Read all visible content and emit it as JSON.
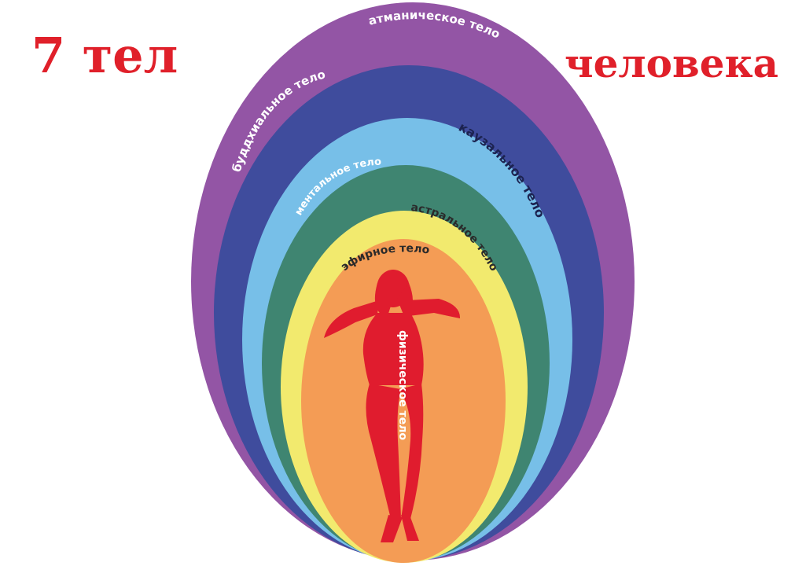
{
  "title": {
    "left": "7 тел",
    "right": "человека"
  },
  "layers": [
    {
      "label": "атманическое тело",
      "color": "#9355a5",
      "label_color": "#ffffff"
    },
    {
      "label": "буддхиальное тело",
      "color": "#3f4c9d",
      "label_color": "#ffffff"
    },
    {
      "label": "каузальное тело",
      "color": "#77bfe8",
      "label_color": "#1c2350"
    },
    {
      "label": "ментальное тело",
      "color": "#3f8571",
      "label_color": "#ffffff"
    },
    {
      "label": "астральное тело",
      "color": "#f2ea6e",
      "label_color": "#2a2a2a"
    },
    {
      "label": "эфирное тело",
      "color": "#f49c55",
      "label_color": "#2a2a2a"
    },
    {
      "label": "физическое тело",
      "color": "#e01c2e",
      "label_color": "#ffffff"
    }
  ],
  "figure": {
    "name": "human-silhouette",
    "color": "#e01c2e"
  }
}
